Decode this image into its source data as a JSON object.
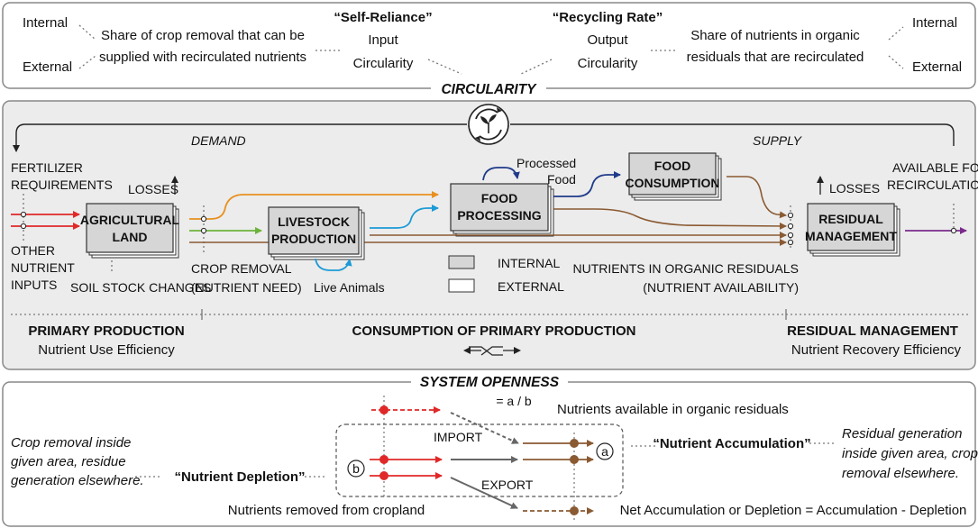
{
  "colors": {
    "orange": "#e8901e",
    "green": "#6bb33a",
    "blue": "#1a9ad6",
    "navy": "#1f3a8a",
    "brown": "#8a5a32",
    "red": "#e02828",
    "purple": "#7a2b8c",
    "panel_bg": "#ececec",
    "box_fill": "#d6d6d6"
  },
  "circularity": {
    "title": "CIRCULARITY",
    "internal_left": "Internal",
    "external_left": "External",
    "self_reliance_desc_1": "Share of crop removal that can be",
    "self_reliance_desc_2": "supplied with recirculated nutrients",
    "self_reliance_title": "“Self-Reliance”",
    "self_reliance_sub_1": "Input",
    "self_reliance_sub_2": "Circularity",
    "recycling_title": "“Recycling Rate”",
    "recycling_sub_1": "Output",
    "recycling_sub_2": "Circularity",
    "recycling_desc_1": "Share of nutrients  in organic",
    "recycling_desc_2": "residuals that are recirculated",
    "internal_right": "Internal",
    "external_right": "External"
  },
  "flow": {
    "recycle_icon": "recycle-plant-icon",
    "demand": "DEMAND",
    "supply": "SUPPLY",
    "fertilizer_1": "FERTILIZER",
    "fertilizer_2": "REQUIREMENTS",
    "other_1": "OTHER",
    "other_2": "NUTRIENT",
    "other_3": "INPUTS",
    "losses_left": "LOSSES",
    "losses_right": "LOSSES",
    "soil_stock": "SOIL STOCK CHANGES",
    "crop_removal_1": "CROP REMOVAL",
    "crop_removal_2": "(NUTRIENT NEED)",
    "live_animals": "Live  Animals",
    "processed_1": "Processed",
    "processed_2": "Food",
    "legend_internal": "INTERNAL",
    "legend_external": "EXTERNAL",
    "organic_1": "NUTRIENTS IN ORGANIC RESIDUALS",
    "organic_2": "(NUTRIENT AVAILABILITY)",
    "available_1": "AVAILABLE FOR",
    "available_2": "RECIRCULATION",
    "boxes": {
      "agri_1": "AGRICULTURAL",
      "agri_2": "LAND",
      "live_1": "LIVESTOCK",
      "live_2": "PRODUCTION",
      "food_proc_1": "FOOD",
      "food_proc_2": "PROCESSING",
      "food_cons_1": "FOOD",
      "food_cons_2": "CONSUMPTION",
      "resid_1": "RESIDUAL",
      "resid_2": "MANAGEMENT"
    },
    "primary_title": "PRIMARY PRODUCTION",
    "primary_sub": "Nutrient Use Efficiency",
    "consumption_title": "CONSUMPTION OF PRIMARY PRODUCTION",
    "residual_title": "RESIDUAL MANAGEMENT",
    "residual_sub": "Nutrient Recovery Efficiency"
  },
  "openness": {
    "title": "SYSTEM OPENNESS",
    "ratio": "= a / b",
    "nutrients_available": "Nutrients available in organic residuals",
    "left_1": "Crop removal inside",
    "left_2": "given area, residue",
    "left_3": "generation elsewhere.",
    "depletion": "“Nutrient Depletion”",
    "marker_b": "b",
    "import": "IMPORT",
    "export": "EXPORT",
    "marker_a": "a",
    "accumulation": "“Nutrient Accumulation”",
    "right_1": "Residual generation",
    "right_2": "inside given area, crop",
    "right_3": "removal elsewhere.",
    "removed": "Nutrients removed from cropland",
    "net": "Net Accumulation or Depletion = Accumulation - Depletion"
  }
}
